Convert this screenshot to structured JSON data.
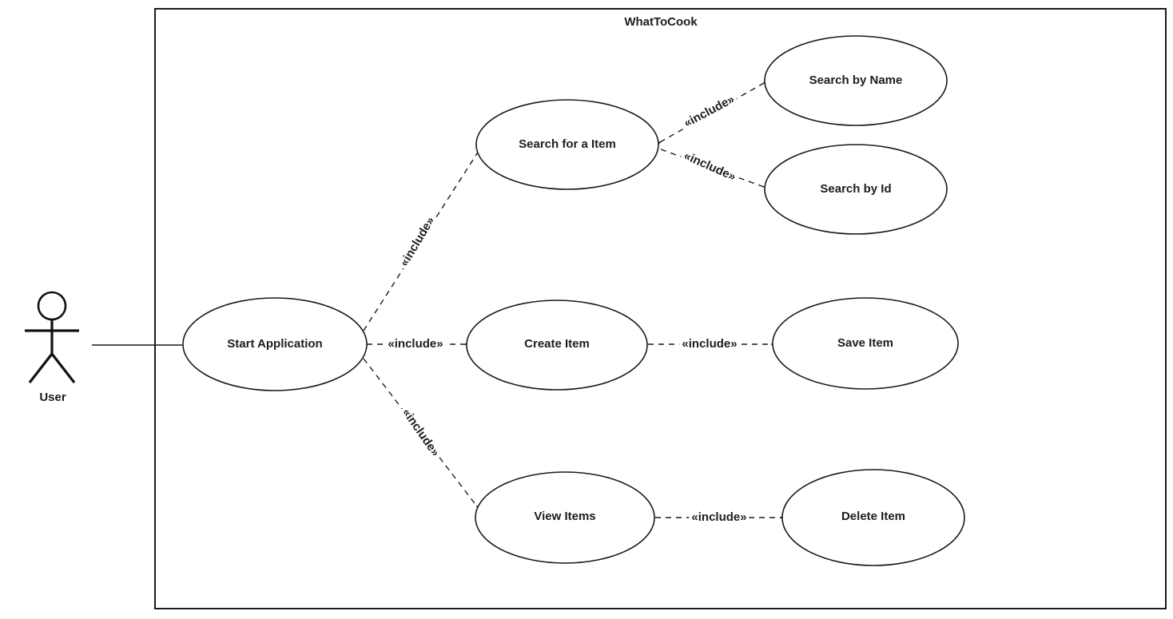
{
  "diagram": {
    "type": "uml-use-case-diagram",
    "system": {
      "title": "WhatToCook"
    },
    "actor": {
      "name": "User"
    },
    "use_cases": [
      {
        "id": "start_application",
        "label": "Start Application"
      },
      {
        "id": "search_for_item",
        "label": "Search for a Item"
      },
      {
        "id": "search_by_name",
        "label": "Search by Name"
      },
      {
        "id": "search_by_id",
        "label": "Search by Id"
      },
      {
        "id": "create_item",
        "label": "Create Item"
      },
      {
        "id": "save_item",
        "label": "Save Item"
      },
      {
        "id": "view_items",
        "label": "View Items"
      },
      {
        "id": "delete_item",
        "label": "Delete Item"
      }
    ],
    "relationships": [
      {
        "from": "User",
        "to": "Start Application",
        "type": "association",
        "label": ""
      },
      {
        "from": "Start Application",
        "to": "Search for a Item",
        "type": "include",
        "label": "«include»",
        "arrow_heads": "target"
      },
      {
        "from": "Start Application",
        "to": "Create Item",
        "type": "include",
        "label": "«include»",
        "arrow_heads": "both"
      },
      {
        "from": "Start Application",
        "to": "View Items",
        "type": "include",
        "label": "«include»",
        "arrow_heads": "target"
      },
      {
        "from": "Search for a Item",
        "to": "Search by Name",
        "type": "include",
        "label": "«include»",
        "arrow_heads": "both"
      },
      {
        "from": "Search for a Item",
        "to": "Search by Id",
        "type": "include",
        "label": "«include»",
        "arrow_heads": "target"
      },
      {
        "from": "Create Item",
        "to": "Save Item",
        "type": "include",
        "label": "«include»",
        "arrow_heads": "target"
      },
      {
        "from": "View Items",
        "to": "Delete Item",
        "type": "include",
        "label": "«include»",
        "arrow_heads": "target"
      }
    ],
    "colors": {
      "stroke": "#1a1a1a",
      "text": "#1d1d1f",
      "background": "#ffffff"
    }
  }
}
